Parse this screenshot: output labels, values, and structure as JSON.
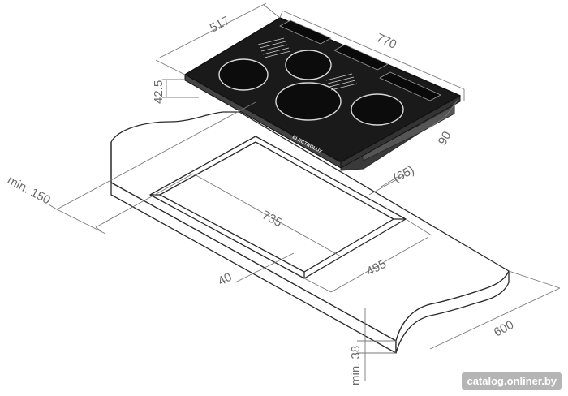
{
  "diagram": {
    "dimensions": {
      "hob_depth": "517",
      "hob_width": "770",
      "hob_height": "42.5",
      "body_depth": "90",
      "rear_offset": "(65)",
      "min_side": "min. 150",
      "cutout_width": "735",
      "cutout_depth": "495",
      "front_offset": "40",
      "worktop_depth": "600",
      "min_thickness": "min. 38"
    },
    "brand_mark": "ELECTROLUX"
  },
  "watermark": "catalog.onliner.by"
}
